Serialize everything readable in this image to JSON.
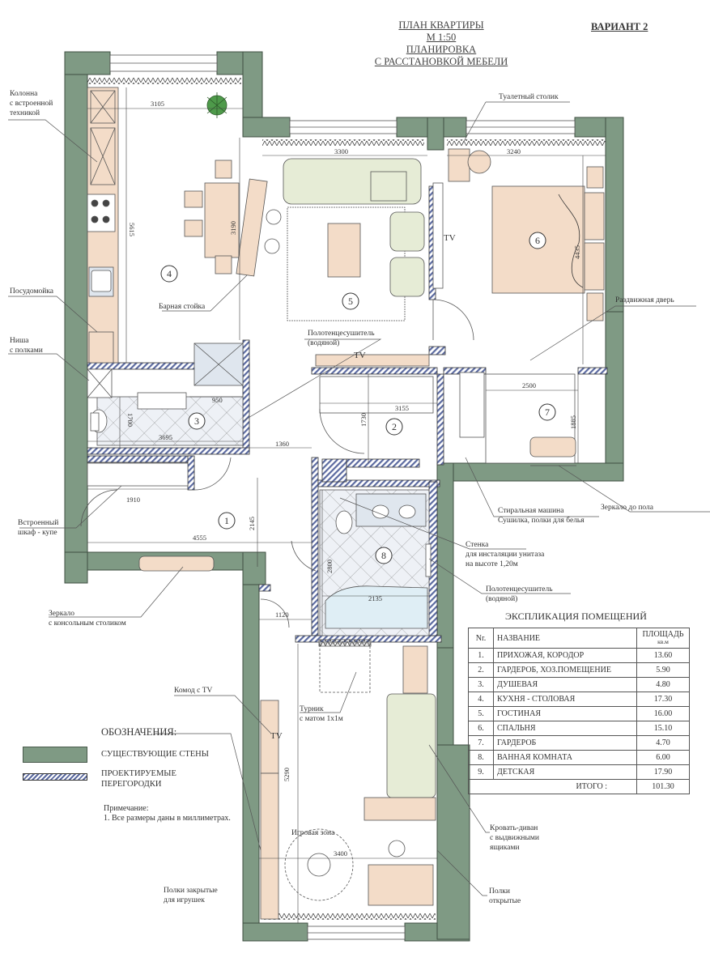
{
  "header": {
    "line1": "ПЛАН КВАРТИРЫ",
    "line2": "М 1:50",
    "line3": "ПЛАНИРОВКА",
    "line4": "С РАССТАНОВКОЙ МЕБЕЛИ",
    "variant": "ВАРИАНТ 2"
  },
  "rooms": [
    {
      "num": "1"
    },
    {
      "num": "2"
    },
    {
      "num": "3"
    },
    {
      "num": "4"
    },
    {
      "num": "5"
    },
    {
      "num": "6"
    },
    {
      "num": "7"
    },
    {
      "num": "8"
    }
  ],
  "dimensions": {
    "d3105": "3105",
    "d5615": "5615",
    "d3190": "3190",
    "d3300": "3300",
    "d3240": "3240",
    "d4435": "4435",
    "d2500": "2500",
    "d1885": "1885",
    "d3155": "3155",
    "d1730": "1730",
    "d950": "950",
    "d3695": "3695",
    "d1700": "1700",
    "d1360": "1360",
    "d1910": "1910",
    "d2145": "2145",
    "d4555": "4555",
    "d2800": "2800",
    "d2135": "2135",
    "d1120": "1120",
    "d5290": "5290",
    "d3400": "3400"
  },
  "labels": {
    "column_l1": "Колонна",
    "column_l2": "с встроенной",
    "column_l3": "техникой",
    "dishwasher": "Посудомойка",
    "niche_l1": "Ниша",
    "niche_l2": "с полками",
    "bar": "Барная стойка",
    "towel1_l1": "Полотенцесушитель",
    "towel1_l2": "(водяной)",
    "tv": "TV",
    "dressing_table": "Туалетный столик",
    "sliding_door": "Раздвижная дверь",
    "mirror_floor": "Зеркало до пола",
    "washer": "Стиральная машина",
    "dryer": "Сушилка, полки для белья",
    "wall_l1": "Стенка",
    "wall_l2": "для инсталяции унитаза",
    "wall_l3": "на высоте 1,20м",
    "towel2_l1": "Полотенцесушитель",
    "towel2_l2": "(водяной)",
    "wardrobe_l1": "Встроенный",
    "wardrobe_l2": "шкаф - купе",
    "mirror_console_l1": "Зеркало",
    "mirror_console_l2": "с консольным столиком",
    "dresser_tv": "Комод с TV",
    "bar_l1": "Турник",
    "bar_l2": "с матом 1х1м",
    "play_zone": "Игровая зона",
    "bed_sofa_l1": "Кровать-диван",
    "bed_sofa_l2": "с выдвижными",
    "bed_sofa_l3": "ящиками",
    "shelves_closed_l1": "Полки закрытые",
    "shelves_closed_l2": "для игрушек",
    "shelves_open_l1": "Полки",
    "shelves_open_l2": "открытые"
  },
  "legend": {
    "title": "ОБОЗНАЧЕНИЯ:",
    "walls": "СУЩЕСТВУЮЩИЕ СТЕНЫ",
    "partitions_l1": "ПРОЕКТИРУЕМЫЕ",
    "partitions_l2": "ПЕРЕГОРОДКИ",
    "note_title": "Примечание:",
    "note_text": "1. Все размеры даны в миллиметрах."
  },
  "explication": {
    "title": "ЭКСПЛИКАЦИЯ ПОМЕЩЕНИЙ",
    "col_nr": "Nr.",
    "col_name": "НАЗВАНИЕ",
    "col_area": "ПЛОЩАДЬ",
    "col_area_unit": "кв.м",
    "rows": [
      {
        "nr": "1.",
        "name": "ПРИХОЖАЯ, КОРОДОР",
        "area": "13.60"
      },
      {
        "nr": "2.",
        "name": "ГАРДЕРОБ, ХОЗ.ПОМЕЩЕНИЕ",
        "area": "5.90"
      },
      {
        "nr": "3.",
        "name": "ДУШЕВАЯ",
        "area": "4.80"
      },
      {
        "nr": "4.",
        "name": "КУХНЯ - СТОЛОВАЯ",
        "area": "17.30"
      },
      {
        "nr": "5.",
        "name": "ГОСТИНАЯ",
        "area": "16.00"
      },
      {
        "nr": "6.",
        "name": "СПАЛЬНЯ",
        "area": "15.10"
      },
      {
        "nr": "7.",
        "name": "ГАРДЕРОБ",
        "area": "4.70"
      },
      {
        "nr": "8.",
        "name": "ВАННАЯ КОМНАТА",
        "area": "6.00"
      },
      {
        "nr": "9.",
        "name": "ДЕТСКАЯ",
        "area": "17.90"
      }
    ],
    "total_label": "ИТОГО :",
    "total_value": "101.30"
  },
  "colors": {
    "wall": "#7f9a84",
    "partition": "#5b6aa0",
    "furniture": "#f3dcc8",
    "sofa": "#e6ecd6",
    "tile": "#eef1f6"
  }
}
